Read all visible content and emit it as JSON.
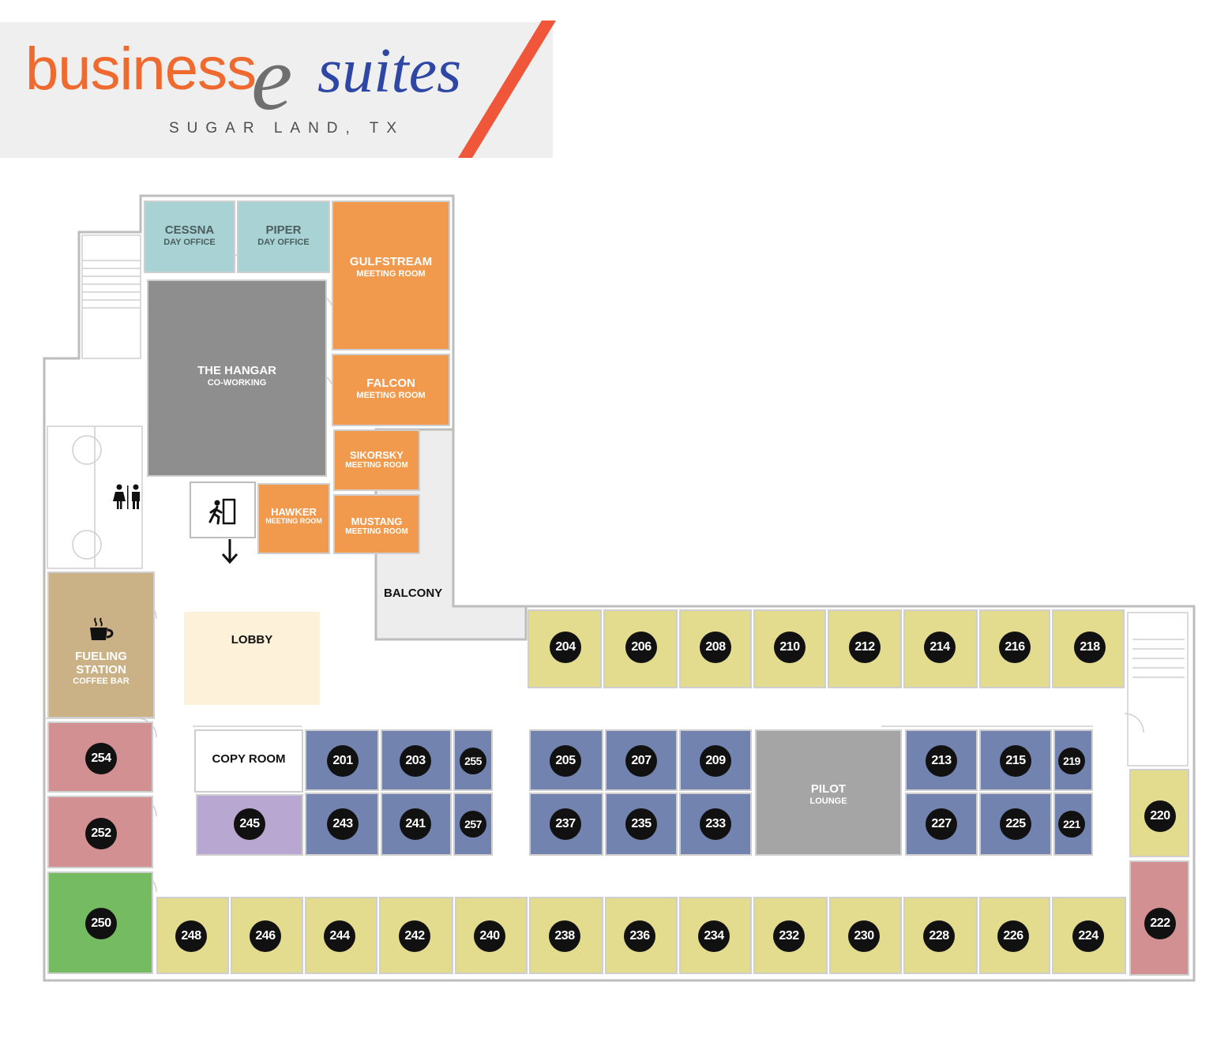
{
  "header": {
    "logo_word_1": "business",
    "logo_letter": "e",
    "logo_word_2": "suites",
    "location": "SUGAR LAND, TX",
    "colors": {
      "orange": "#ef6a2f",
      "blue": "#2f47a4",
      "slash": "#f0573a",
      "band": "#efefef"
    }
  },
  "rooms": {
    "cessna": {
      "name": "CESSNA",
      "sub": "DAY OFFICE"
    },
    "piper": {
      "name": "PIPER",
      "sub": "DAY OFFICE"
    },
    "gulfstream": {
      "name": "GULFSTREAM",
      "sub": "MEETING ROOM"
    },
    "hangar": {
      "name": "THE HANGAR",
      "sub": "CO-WORKING"
    },
    "falcon": {
      "name": "FALCON",
      "sub": "MEETING ROOM"
    },
    "sikorsky": {
      "name": "SIKORSKY",
      "sub": "MEETING ROOM"
    },
    "hawker": {
      "name": "HAWKER",
      "sub": "MEETING ROOM"
    },
    "mustang": {
      "name": "MUSTANG",
      "sub": "MEETING ROOM"
    },
    "balcony": {
      "name": "BALCONY"
    },
    "lobby": {
      "name": "LOBBY"
    },
    "fueling": {
      "name_1": "FUELING",
      "name_2": "STATION",
      "sub": "COFFEE BAR"
    },
    "copy_room": {
      "name": "COPY ROOM"
    },
    "pilot": {
      "name": "PILOT",
      "sub": "LOUNGE"
    }
  },
  "offices": {
    "o204": "204",
    "o206": "206",
    "o208": "208",
    "o210": "210",
    "o212": "212",
    "o214": "214",
    "o216": "216",
    "o218": "218",
    "o201": "201",
    "o203": "203",
    "o255": "255",
    "o205": "205",
    "o207": "207",
    "o209": "209",
    "o213": "213",
    "o215": "215",
    "o219": "219",
    "o245": "245",
    "o243": "243",
    "o241": "241",
    "o257": "257",
    "o237": "237",
    "o235": "235",
    "o233": "233",
    "o227": "227",
    "o225": "225",
    "o221": "221",
    "o220": "220",
    "o222": "222",
    "o254": "254",
    "o252": "252",
    "o250": "250",
    "o248": "248",
    "o246": "246",
    "o244": "244",
    "o242": "242",
    "o240": "240",
    "o238": "238",
    "o236": "236",
    "o234": "234",
    "o232": "232",
    "o230": "230",
    "o228": "228",
    "o226": "226",
    "o224": "224"
  },
  "icons": {
    "restroom": "restroom-icon",
    "exit": "emergency-exit-icon",
    "exit_arrow": "arrow-down-icon",
    "coffee": "coffee-cup-icon"
  },
  "legend_colors": {
    "day_office": "#a9d2d4",
    "meeting_room": "#f19a4e",
    "coworking": "#8e8e8e",
    "exterior_office": "#e3dc8f",
    "interior_office": "#7283b0",
    "red_office": "#d39092",
    "green_office": "#74bb61",
    "purple_room": "#b8a7d0",
    "coffee_bar": "#cbb186",
    "lobby": "#fdf1d9",
    "pilot_lounge": "#a5a5a5"
  }
}
